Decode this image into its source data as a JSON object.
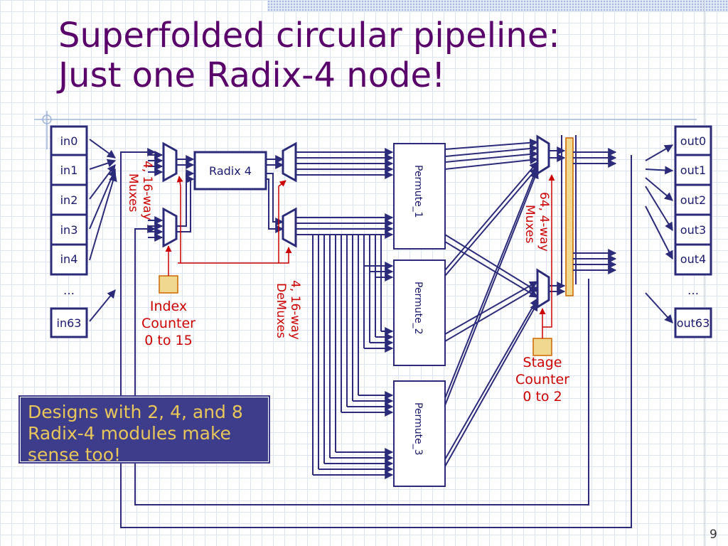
{
  "slide": {
    "title_line1": "Superfolded circular pipeline:",
    "title_line2": "Just one Radix-4 node!",
    "page_number": "9"
  },
  "inputs": [
    "in0",
    "in1",
    "in2",
    "in3",
    "in4",
    "…",
    "in63"
  ],
  "outputs": [
    "out0",
    "out1",
    "out2",
    "out3",
    "out4",
    "…",
    "out63"
  ],
  "radix": "Radix 4",
  "permutes": [
    "Permute_1",
    "Permute_2",
    "Permute_3"
  ],
  "labels": {
    "muxes_line1": "4, 16-way",
    "muxes_line2": "Muxes",
    "demuxes_line1": "4, 16-way",
    "demuxes_line2": "DeMuxes",
    "out_muxes_line1": "64, 4-way",
    "out_muxes_line2": "Muxes",
    "index_counter": [
      "Index",
      "Counter",
      "0 to 15"
    ],
    "stage_counter": [
      "Stage",
      "Counter",
      "0 to 2"
    ]
  },
  "callout": "Designs with 2, 4, and 8 Radix-4 modules make sense too!",
  "colors": {
    "title": "#5a006a",
    "diagram": "#2b2b7a",
    "control": "#cc0000",
    "counter_fill": "#f0d890",
    "callout_bg": "#3d3d8c",
    "callout_text": "#e8c65a"
  }
}
